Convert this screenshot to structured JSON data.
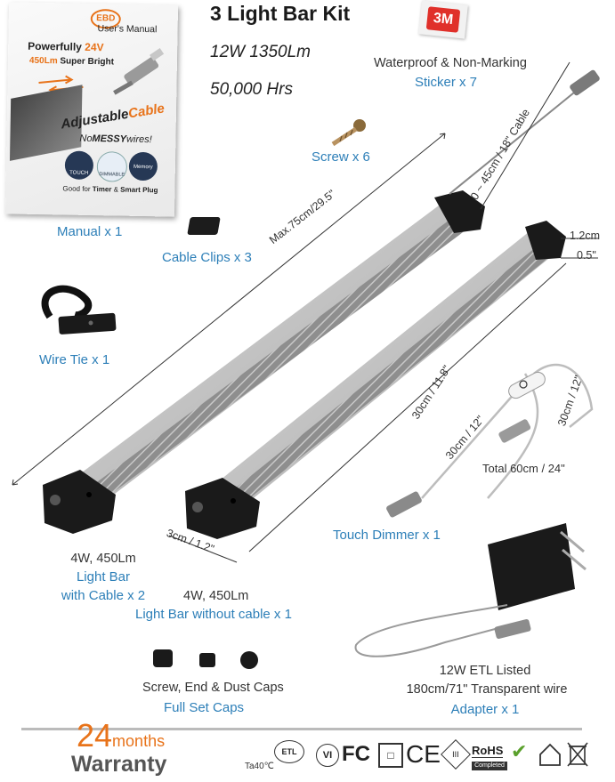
{
  "title": "3 Light Bar Kit",
  "specs": {
    "power": "12W 1350Lm",
    "life": "50,000 Hrs"
  },
  "manual": {
    "brand": "EBD",
    "heading": "User's Manual",
    "line1a": "Powerfully ",
    "line1b": "24V",
    "line2a": "450Lm",
    "line2b": " Super Bright",
    "adj_a": "Adjustable",
    "adj_b": "Cable",
    "messy_a": "No",
    "messy_b": "MESSY",
    "messy_c": "wires!",
    "badge1": "TOUCH",
    "badge2": "DIMMABLE",
    "badge3": "Memory",
    "good_a": "Good for ",
    "good_b": "Timer",
    "good_c": " & ",
    "good_d": "Smart Plug",
    "caption": "Manual x 1"
  },
  "items": {
    "sticker_desc": "Waterproof & Non-Marking",
    "sticker_name": "Sticker x 7",
    "sticker_logo": "3M",
    "screw": "Screw x 6",
    "cable_clips": "Cable Clips x 3",
    "wire_tie": "Wire Tie x 1",
    "bar1_spec": "4W, 450Lm",
    "bar1_name_1": "Light Bar",
    "bar1_name_2": "with Cable x 2",
    "bar2_spec": "4W, 450Lm",
    "bar2_name": "Light Bar without cable x 1",
    "dimmer_name": "Touch Dimmer x 1",
    "total_cable": "Total 60cm / 24\"",
    "caps_desc": "Screw, End & Dust Caps",
    "caps_name": "Full Set Caps",
    "adapter_1": "12W ETL Listed",
    "adapter_2": "180cm/71\" Transparent wire",
    "adapter_name": "Adapter x 1"
  },
  "dimensions": {
    "bar_length": "Max.75cm/29.5\"",
    "cable_length": "0 ~ 45cm / 18\" Cable",
    "height_cm": "1.2cm",
    "height_in": "0.5\"",
    "width": "3cm / 1.2\"",
    "dim_a": "30cm / 11.8\"",
    "dim_b": "30cm / 12\"",
    "dim_c": "30cm / 12\""
  },
  "warranty": {
    "number": "24",
    "unit": "months",
    "label": "Warranty"
  },
  "certs": [
    "Ta40℃",
    "ETL",
    "VI",
    "FC",
    "□",
    "CE",
    "III",
    "RoHS",
    "Completed"
  ],
  "colors": {
    "accent_blue": "#2d7fb8",
    "warranty_orange": "#e8731a",
    "logo_red": "#e0302a"
  }
}
